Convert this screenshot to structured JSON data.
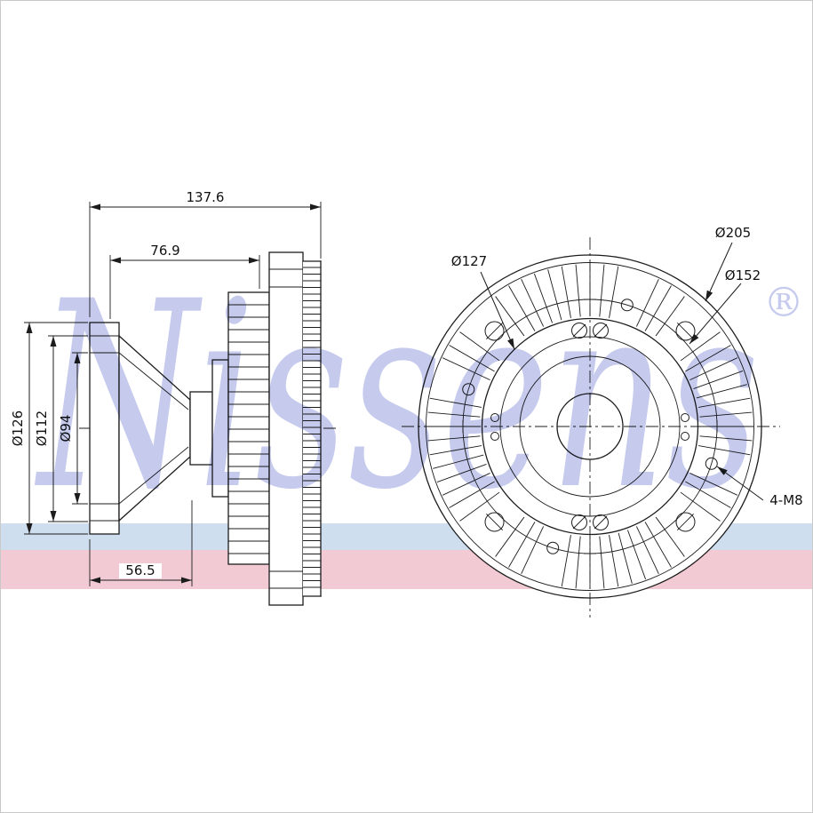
{
  "colors": {
    "watermark": "#c6cbee",
    "band_blue": "#cfdeee",
    "band_pink": "#f2cad3"
  },
  "watermark": {
    "text": "Nissens",
    "registered": "®"
  },
  "side_view": {
    "dims": {
      "width_total": "137.6",
      "width_upper": "76.9",
      "width_lower": "56.5",
      "dia_outer": "Ø126",
      "dia_mid": "Ø112",
      "dia_inner": "Ø94"
    }
  },
  "front_view": {
    "dims": {
      "dia_fin_inner": "Ø127",
      "dia_outer": "Ø205",
      "dia_bolt_circle": "Ø152",
      "bolt_spec": "4-M8"
    }
  }
}
